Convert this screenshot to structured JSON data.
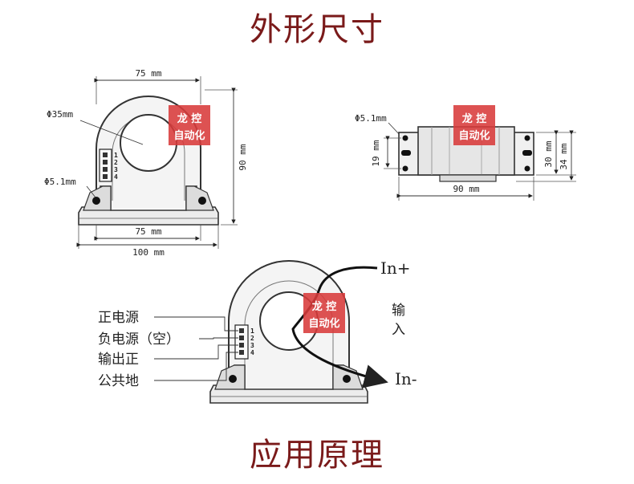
{
  "titles": {
    "top": "外形尺寸",
    "bottom": "应用原理"
  },
  "front_view": {
    "width_top": "75 mm",
    "width_base": "75 mm",
    "width_total": "100 mm",
    "height": "90 mm",
    "hole_dia": "Φ35mm",
    "mount_hole": "Φ5.1mm",
    "pins": [
      "1",
      "2",
      "3",
      "4"
    ]
  },
  "side_view": {
    "mount_hole": "Φ5.1mm",
    "hole_spacing": "19 mm",
    "length": "90 mm",
    "height_inner": "30 mm",
    "height_outer": "34 mm"
  },
  "application": {
    "pins": [
      "1",
      "2",
      "3",
      "4"
    ],
    "labels": [
      "正电源",
      "负电源（空）",
      "输出正",
      "公共地"
    ],
    "in_plus": "In+",
    "in_minus": "In-",
    "input_line1": "输",
    "input_line2": "入"
  },
  "watermark": {
    "line1": "龙 控",
    "line2": "自动化",
    "color": "#d83a3a"
  }
}
